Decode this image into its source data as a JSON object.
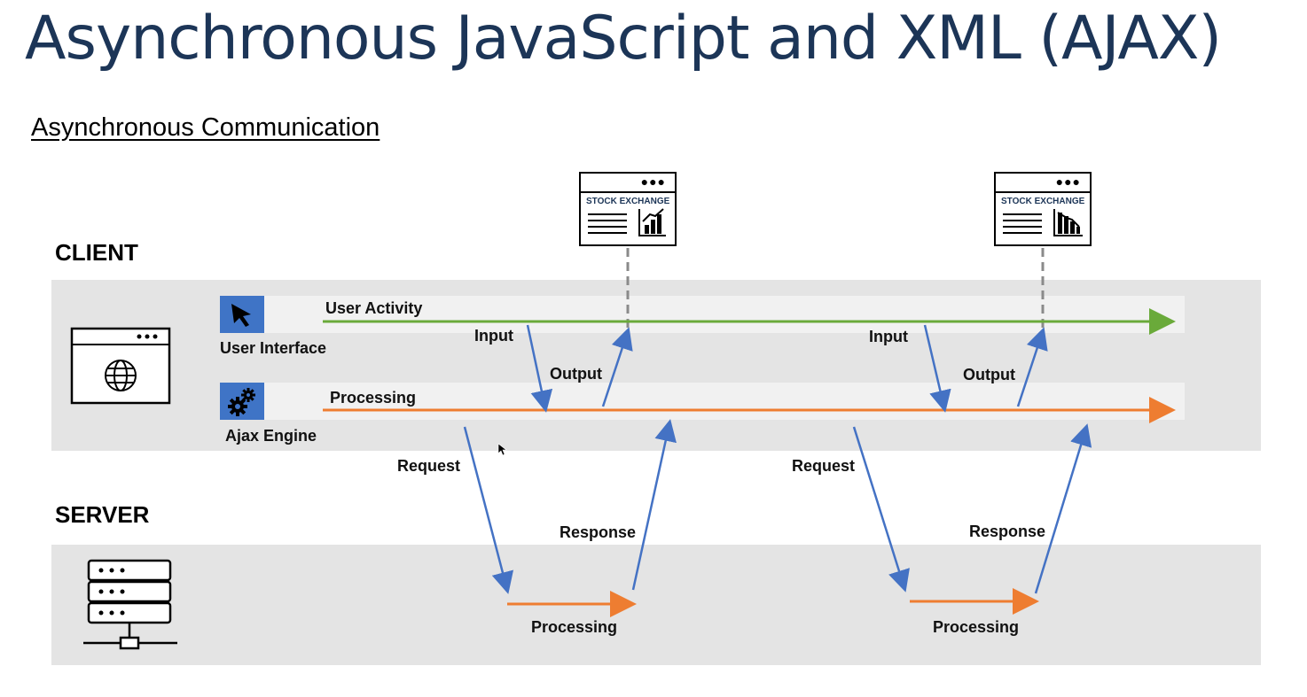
{
  "title": "Asynchronous JavaScript and XML (AJAX)",
  "subtitle": "Asynchronous Communication",
  "sections": {
    "client": "CLIENT",
    "server": "SERVER"
  },
  "client": {
    "user_interface_label": "User Interface",
    "ajax_engine_label": "Ajax Engine",
    "user_activity_label": "User Activity",
    "processing_label": "Processing"
  },
  "cycles": [
    {
      "input": "Input",
      "output": "Output",
      "request": "Request",
      "response": "Response",
      "processing": "Processing",
      "screen_title": "STOCK EXCHANGE"
    },
    {
      "input": "Input",
      "output": "Output",
      "request": "Request",
      "response": "Response",
      "processing": "Processing",
      "screen_title": "STOCK EXCHANGE"
    }
  ],
  "colors": {
    "title": "#1c3557",
    "user_activity_line": "#6aaa3a",
    "processing_line": "#ee7d31",
    "flow_arrow": "#4472c4",
    "dashed": "#8a8a8a"
  },
  "icons": [
    "cursor-icon",
    "gears-icon",
    "browser-globe-icon",
    "server-icon",
    "stock-chart-icon"
  ]
}
